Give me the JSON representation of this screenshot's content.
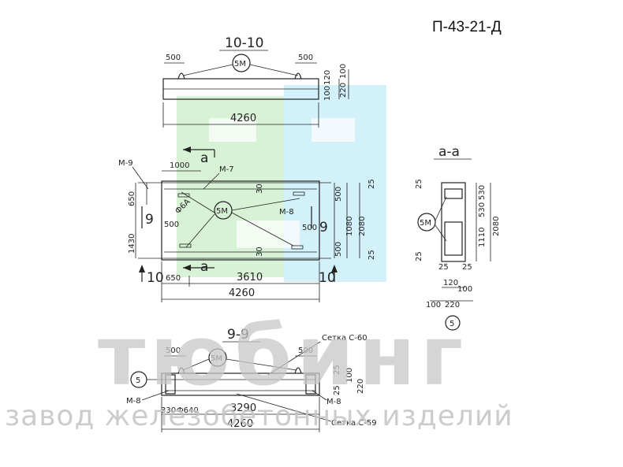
{
  "drawing_code": "П-43-21-Д",
  "watermark": {
    "brand": "тюбинг",
    "tagline": "завод железобетонных изделий"
  },
  "logo_colors": {
    "green": "#a9e2a2",
    "blue": "#9fe0f5"
  },
  "section_10": {
    "title": "10-10",
    "dims": {
      "lift_spacing_left": "500",
      "lift_spacing_right": "500",
      "length": "4260",
      "d100": "100",
      "d120": "120",
      "d220": "220",
      "d100b": "100"
    },
    "loop_tag": "5М"
  },
  "plan": {
    "marks": {
      "m9_top": "М-9",
      "m7": "М-7",
      "m8": "М-8",
      "m5": "5М",
      "d": "Ф6А"
    },
    "section_labels": {
      "a_top": "а",
      "a_bottom": "а",
      "nine_left": "9",
      "nine_right": "9",
      "ten_left": "10",
      "ten_right": "10"
    },
    "dims": {
      "d1000": "1000",
      "d650_left": "650",
      "d1430": "1430",
      "d500_left": "500",
      "d500_right": "500",
      "d500_r2": "500",
      "d1080": "1080",
      "d2080": "2080",
      "d25_top": "25",
      "d25_bot": "25",
      "d30_a": "30",
      "d30_b": "30",
      "d500_r3": "500",
      "d650_bot": "650",
      "d3610": "3610",
      "d4260": "4260"
    }
  },
  "section_a": {
    "title": "а-а",
    "loop_tag": "5М",
    "dims": {
      "d25_top": "25",
      "d530_top": "530",
      "d1110": "1110",
      "d530_bot": "530",
      "d2080": "2080",
      "d25_bot": "25",
      "d25_l": "25",
      "d25_r": "25",
      "d120": "120",
      "d100_r": "100",
      "d100_l": "100",
      "d220": "220"
    },
    "callout": "5"
  },
  "section_9": {
    "title": "9-9",
    "callout": "5",
    "mesh_top": "Сетка С-60",
    "mesh_bottom": "Сетка С-59",
    "mark_left": "М-8",
    "mark_right": "М-8",
    "loop_tag": "5М",
    "dims": {
      "d500_left": "500",
      "d500_right": "500",
      "d330": "330",
      "d640": "Ф640",
      "d3290": "3290",
      "d4260": "4260",
      "d25_a": "25",
      "d25_b": "25",
      "d100": "100",
      "d220": "220"
    }
  }
}
